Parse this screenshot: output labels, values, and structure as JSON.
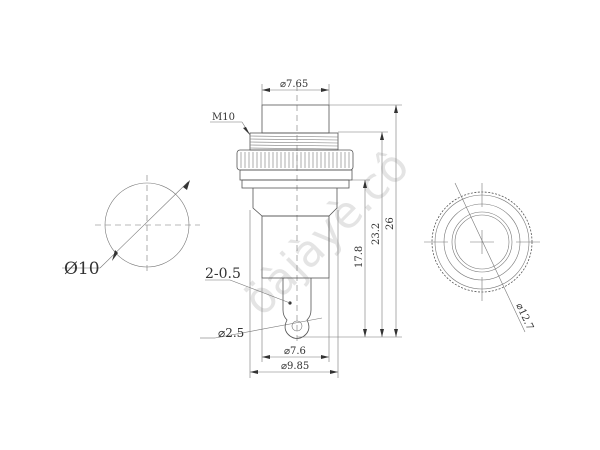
{
  "dimensions": {
    "top_diameter": "⌀7.65",
    "thread": "M10",
    "pin_width": "2-0.5",
    "hole_diameter": "⌀2.5",
    "bottom_inner_diameter": "⌀7.6",
    "bottom_outer_diameter": "⌀9.85",
    "height_17_8": "17.8",
    "height_23_2": "23.2",
    "height_26": "26",
    "panel_hole_diameter": "Ø10",
    "nut_diameter": "⌀12.7"
  },
  "watermark": "öàjàyè.cô"
}
